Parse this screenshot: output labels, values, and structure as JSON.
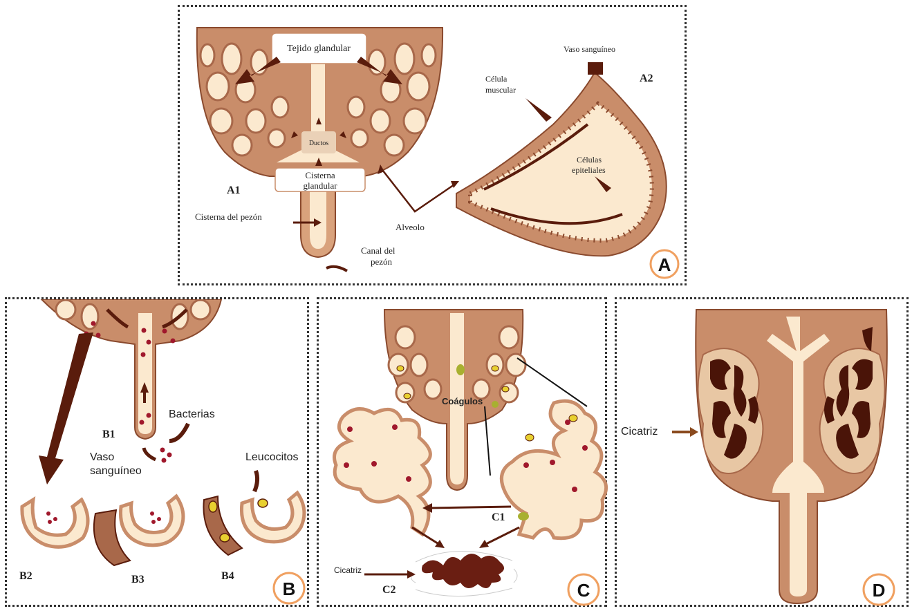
{
  "panel_a": {
    "badge": "A",
    "label_a1": "A1",
    "label_a2": "A2",
    "tejido": "Tejido glandular",
    "ductos": "Ductos",
    "cisterna_glandular_1": "Cisterna",
    "cisterna_glandular_2": "glandular",
    "cisterna_pezon": "Cisterna del pezón",
    "canal_1": "Canal del",
    "canal_2": "pezón",
    "alveolo": "Alveolo",
    "vaso": "Vaso sanguíneo",
    "celula_musc_1": "Célula",
    "celula_musc_2": "muscular",
    "celulas_epi_1": "Células",
    "celulas_epi_2": "epiteliales"
  },
  "panel_b": {
    "badge": "B",
    "bacterias": "Bacterias",
    "b1": "B1",
    "b2": "B2",
    "b3": "B3",
    "b4": "B4",
    "vaso_1": "Vaso",
    "vaso_2": "sanguíneo",
    "leucocitos": "Leucocitos"
  },
  "panel_c": {
    "badge": "C",
    "coagulos": "Coágulos",
    "c1": "C1",
    "c2": "C2",
    "cicatriz": "Cicatriz"
  },
  "panel_d": {
    "badge": "D",
    "cicatriz": "Cicatriz"
  },
  "colors": {
    "tissue": "#c98d6a",
    "tissue_dark": "#8a4a2e",
    "lumen": "#fbe9cf",
    "arrow": "#5a1c0c",
    "bacteria": "#a0182c",
    "clot": "#a8b030",
    "badge_ring": "#f0a060"
  }
}
